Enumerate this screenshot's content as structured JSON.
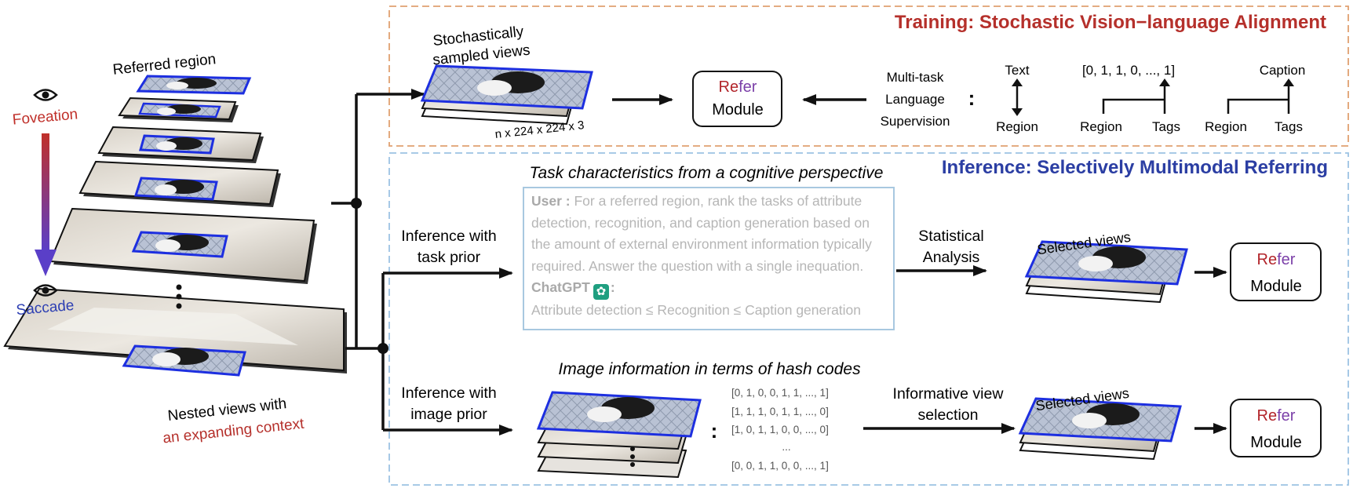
{
  "colors": {
    "training_title": "#b5302b",
    "inference_title": "#2b3ea3",
    "foveation": "#c0302a",
    "saccade": "#2d3fb3",
    "expanding_context": "#b5302b",
    "refer_re": "#b2242a",
    "refer_fer": "#7b3fa8",
    "training_border": "#e0a070",
    "inference_border": "#9cc3e3",
    "prompt_border": "#a8c8e0",
    "region_box": "#1d2fe0"
  },
  "left": {
    "referred_region": "Referred region",
    "foveation": "Foveation",
    "saccade": "Saccade",
    "eye_icon": "eye-icon",
    "nested_views_line1": "Nested views with",
    "nested_views_line2": "an expanding context"
  },
  "training": {
    "title": "Training: Stochastic Vision−language Alignment",
    "views_label_line1": "Stochastically",
    "views_label_line2": "sampled views",
    "dims": "n x 224 x 224 x 3",
    "module": {
      "re": "Re",
      "fer": "fer",
      "line2": "Module"
    },
    "supervision_line1": "Multi-task",
    "supervision_line2": "Language",
    "supervision_line3": "Supervision",
    "colon": ":",
    "text_label": "Text",
    "region_label": "Region",
    "tag_vector": "[0, 1, 1, 0, ..., 1]",
    "tags_label": "Tags",
    "caption_label": "Caption"
  },
  "inference": {
    "title": "Inference: Selectively Multimodal Referring",
    "task_heading": "Task characteristics from a cognitive perspective",
    "task_prior_line1": "Inference with",
    "task_prior_line2": "task prior",
    "user_label": "User  :",
    "user_text": "For a referred region, rank the tasks of attribute detection, recognition, and caption generation based on the amount of external environment information typically required. Answer the question with a single inequation.",
    "chatgpt_label": "ChatGPT",
    "chatgpt_colon": ":",
    "chatgpt_answer": "Attribute detection ≤ Recognition ≤ Caption generation",
    "stat_line1": "Statistical",
    "stat_line2": "Analysis",
    "selected_views": "Selected views",
    "hash_heading": "Image information in terms of hash codes",
    "image_prior_line1": "Inference with",
    "image_prior_line2": "image prior",
    "hash_codes": [
      "[0, 1, 0, 0, 1, 1,  ..., 1]",
      "[1, 1, 1, 0, 1, 1,  ..., 0]",
      "[1, 0, 1, 1, 0, 0,  ..., 0]",
      "...",
      "[0, 0, 1, 1, 0, 0,  ..., 1]"
    ],
    "hash_colon": ":",
    "info_line1": "Informative view",
    "info_line2": "selection",
    "selected_views_2": "Selected views",
    "module": {
      "re": "Re",
      "fer": "fer",
      "line2": "Module"
    }
  }
}
